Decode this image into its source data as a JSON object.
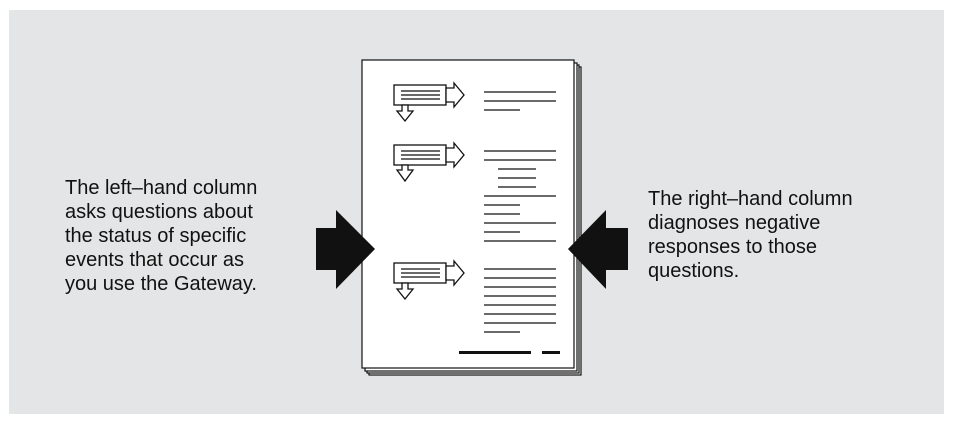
{
  "left_caption": {
    "lines": [
      "The left–hand column",
      "asks questions about",
      "the status of specific",
      "events that occur as",
      "you use the Gateway."
    ]
  },
  "right_caption": {
    "lines": [
      "The right–hand column",
      "diagnoses negative",
      "responses to those",
      "questions."
    ]
  },
  "colors": {
    "background": "#e4e5e6",
    "page": "#ffffff",
    "ink": "#111111"
  }
}
